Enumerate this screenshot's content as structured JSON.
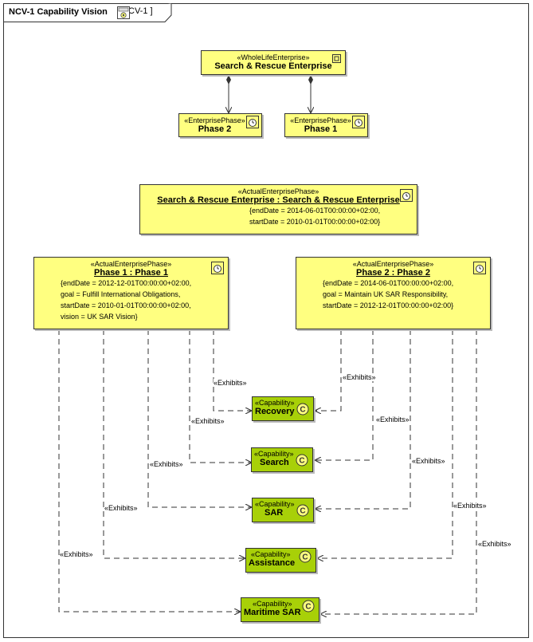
{
  "frame": {
    "title": "NCV-1 Capability Vision",
    "bracket_open": "[",
    "bracket_close": "]",
    "diagram_name": "NCV-1"
  },
  "whole_life": {
    "stereotype": "«WholeLifeEnterprise»",
    "name": "Search & Rescue Enterprise"
  },
  "phase2": {
    "stereotype": "«EnterprisePhase»",
    "name": "Phase 2"
  },
  "phase1": {
    "stereotype": "«EnterprisePhase»",
    "name": "Phase 1"
  },
  "actual_sre": {
    "stereotype": "«ActualEnterprisePhase»",
    "name": "Search & Rescue Enterprise : Search & Rescue Enterprise",
    "values": [
      "{endDate = 2014-06-01T00:00:00+02:00,",
      "startDate = 2010-01-01T00:00:00+02:00}"
    ]
  },
  "actual_p1": {
    "stereotype": "«ActualEnterprisePhase»",
    "name": "Phase 1 : Phase 1",
    "values": [
      "{endDate = 2012-12-01T00:00:00+02:00,",
      "goal = Fulfill International Obligations,",
      "startDate = 2010-01-01T00:00:00+02:00,",
      "vision = UK SAR Vision}"
    ]
  },
  "actual_p2": {
    "stereotype": "«ActualEnterprisePhase»",
    "name": "Phase 2 : Phase 2",
    "values": [
      "{endDate = 2014-06-01T00:00:00+02:00,",
      "goal = Maintain UK SAR Responsibility,",
      "startDate = 2012-12-01T00:00:00+02:00}"
    ]
  },
  "capabilities": [
    {
      "stereotype": "«Capability»",
      "name": "Recovery"
    },
    {
      "stereotype": "«Capability»",
      "name": "Search"
    },
    {
      "stereotype": "«Capability»",
      "name": "SAR"
    },
    {
      "stereotype": "«Capability»",
      "name": "Assistance"
    },
    {
      "stereotype": "«Capability»",
      "name": "Maritime SAR"
    }
  ],
  "exhibits_label": "«Exhibits»",
  "colors": {
    "phase_fill": "#ffff80",
    "capability_fill": "#a8d008",
    "line": "#333333"
  },
  "icons": {
    "enterprise": "enterprise-icon",
    "phase": "phase-clock-icon",
    "capability": "capability-c-icon"
  }
}
